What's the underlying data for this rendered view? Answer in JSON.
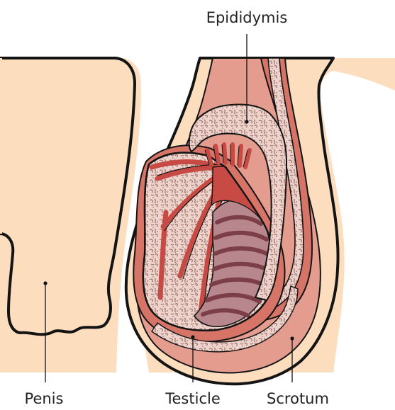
{
  "labels": {
    "epididymis": "Epididymis",
    "penis": "Penis",
    "testicle": "Testicle",
    "scrotum": "Scrotum"
  },
  "colors": {
    "skin": "#FCDDBE",
    "outline": "#141414",
    "scrotum_wall": "#E39C8E",
    "tunica": "#D77468",
    "tissue_base": "#EDD3CC",
    "tissue_speck": "#9A6E66",
    "duct_red": "#C74B44",
    "duct_inner": "#A44641",
    "vas_fill": "#B7878D",
    "vas_rings": "#7C3F47"
  }
}
